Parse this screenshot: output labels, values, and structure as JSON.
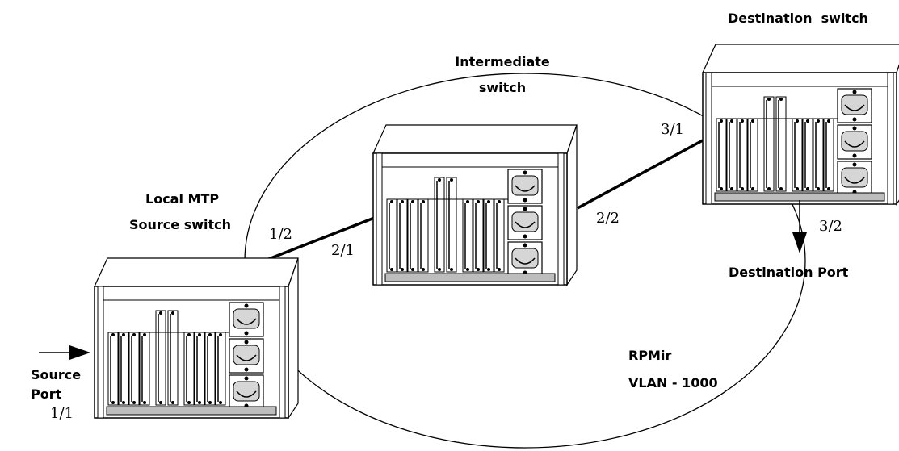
{
  "labels": {
    "destination_switch": "Destination  switch",
    "intermediate_line1": "Intermediate",
    "intermediate_line2": "switch",
    "local_mtp_line1": "Local MTP",
    "local_mtp_line2": "Source switch",
    "destination_port": "Destination Port",
    "source_port_line1": "Source",
    "source_port_line2": "Port",
    "rpmir_line1": "RPMir",
    "rpmir_line2": "VLAN - 1000"
  },
  "ports": {
    "source_1_1": "1/1",
    "source_1_2": "1/2",
    "intermediate_2_1": "2/1",
    "intermediate_2_2": "2/2",
    "destination_3_1": "3/1",
    "destination_3_2": "3/2"
  },
  "colors": {
    "line": "#000000",
    "chassis_fill": "#ffffff",
    "power_supply_fill": "#d6d6d6"
  }
}
